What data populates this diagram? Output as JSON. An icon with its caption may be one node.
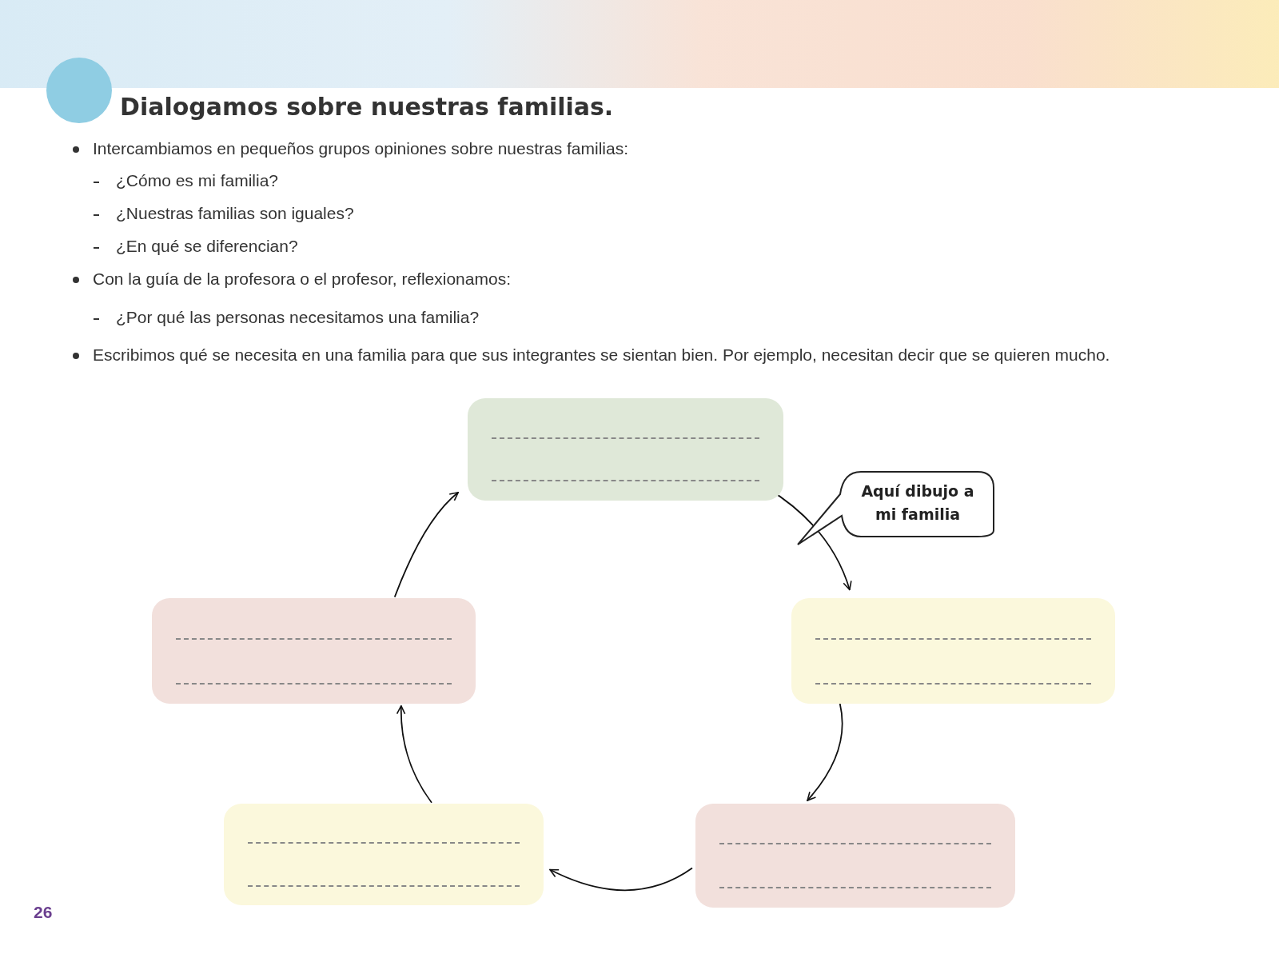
{
  "diagram": {
    "title": "Dialogamos sobre nuestras familias.",
    "nodes": [
      {
        "text": [],
        "shape": "box"
      },
      {
        "text": [],
        "shape": "box"
      },
      {
        "text": [],
        "shape": "box"
      },
      {
        "text": [],
        "shape": "box"
      },
      {
        "text": [],
        "shape": "box"
      },
      {
        "text": [
          "Aquí dibujo a mi familia"
        ]
      }
    ],
    "edges": [
      {
        "from": 0,
        "to": 2,
        "arrow": "to"
      },
      {
        "from": 2,
        "to": 4,
        "arrow": "to"
      },
      {
        "from": 4,
        "to": 3,
        "arrow": "to"
      },
      {
        "from": 3,
        "to": 1,
        "arrow": "to"
      },
      {
        "from": 1,
        "to": 0,
        "arrow": "to"
      }
    ],
    "labels": [
      "Intercambiamos en pequeños grupos opiniones sobre nuestras familias:",
      "¿Cómo es mi familia?",
      "¿Nuestras familias son iguales?",
      "¿En qué se diferencian?",
      "Con la guía de la profesora o el profesor, reflexionamos:",
      "¿Por qué las personas necesitamos una familia?",
      "Escribimos qué se necesita en una familia para que sus integrantes se sientan bien. Por ejemplo, necesitan decir que se quieren mucho.",
      "26"
    ]
  }
}
